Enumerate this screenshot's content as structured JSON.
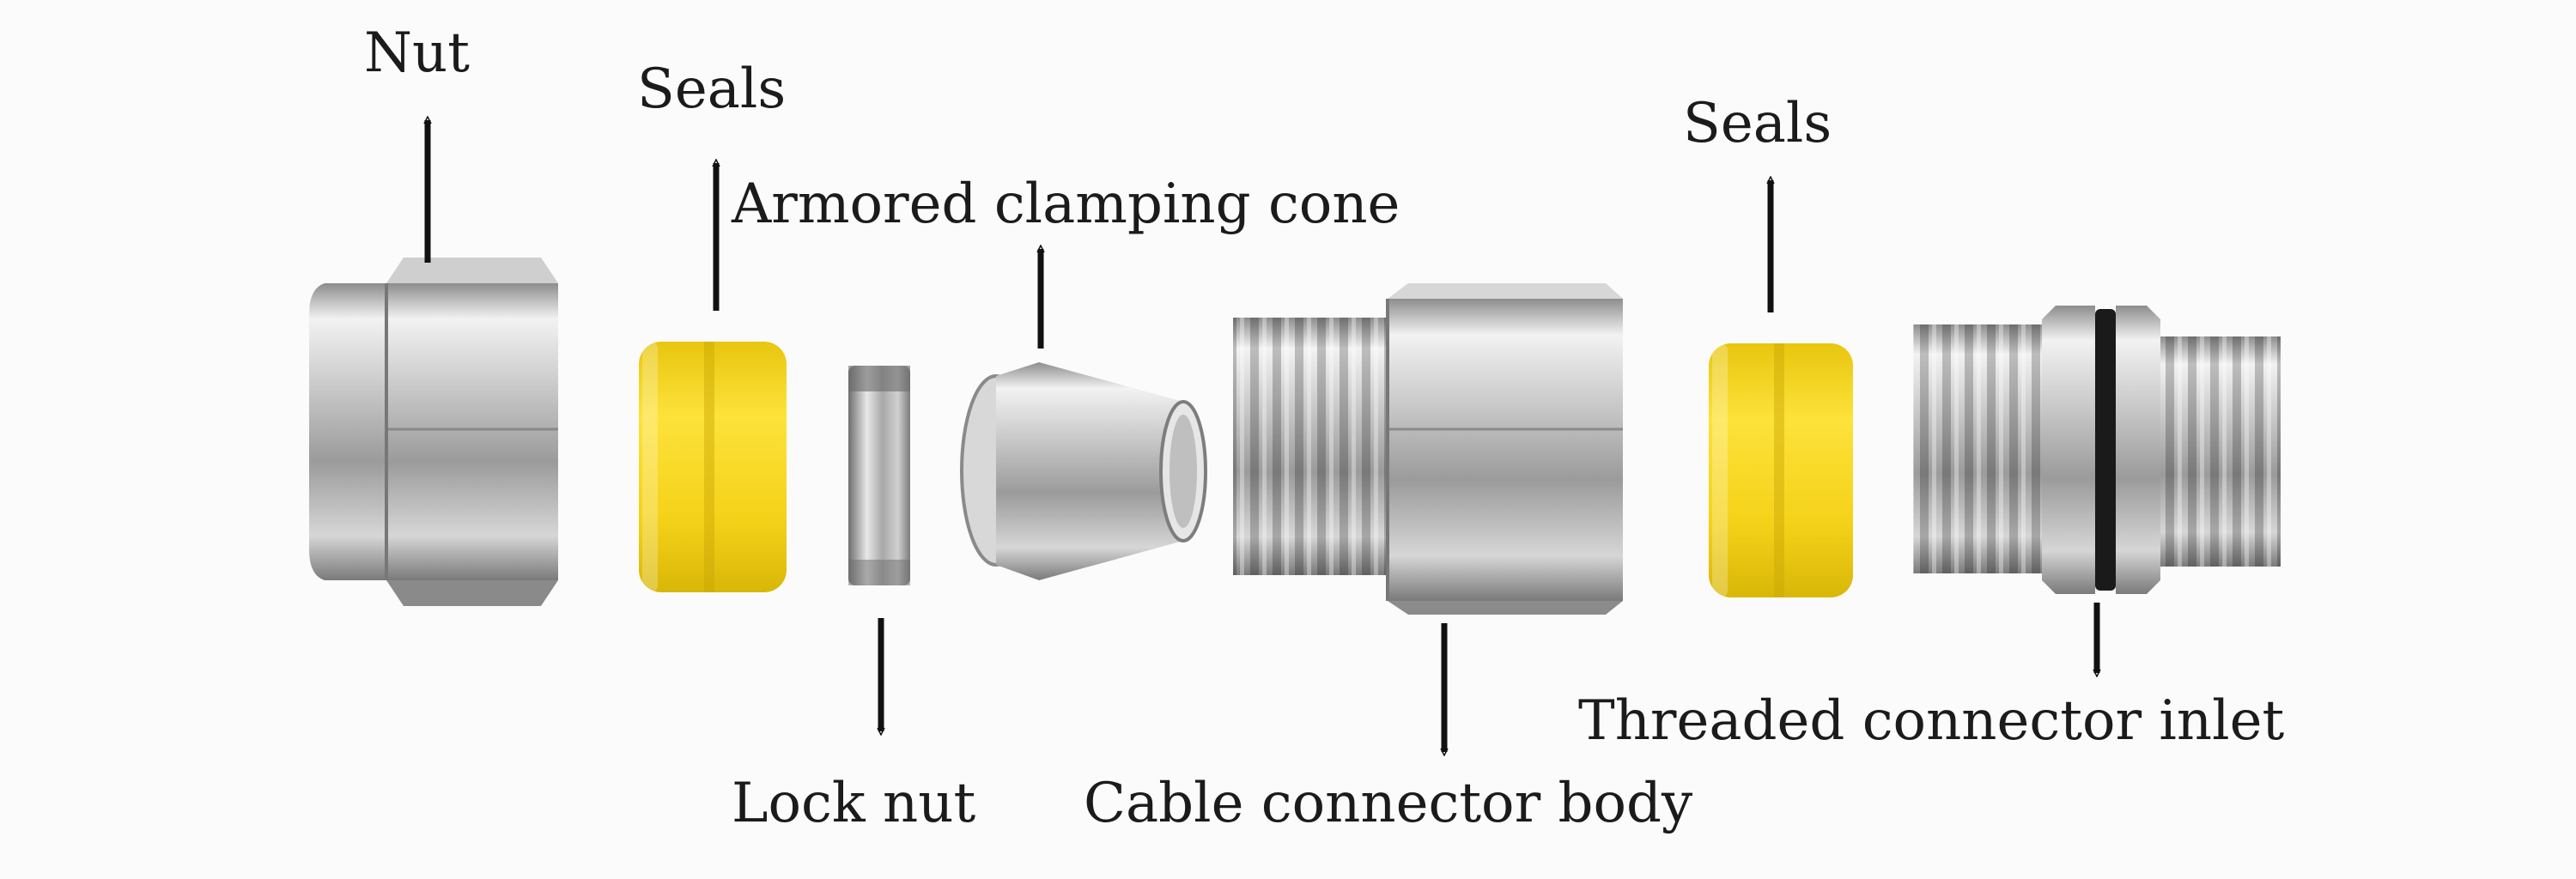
{
  "labels": {
    "nut": "Nut",
    "seals_left": "Seals",
    "armored_clamping_cone": "Armored clamping cone",
    "seals_right": "Seals",
    "lock_nut": "Lock nut",
    "cable_connector_body": "Cable connector body",
    "threaded_connector_inlet": "Threaded connector inlet"
  },
  "colors": {
    "background": "#fbfbfb",
    "steel_light": "#e4e4e4",
    "steel_mid": "#b8b8b8",
    "steel_dark": "#6e6e6e",
    "seal_yellow": "#f6d51c",
    "oring_black": "#1a1a1a",
    "arrow": "#111111",
    "text": "#1b1b1b"
  }
}
